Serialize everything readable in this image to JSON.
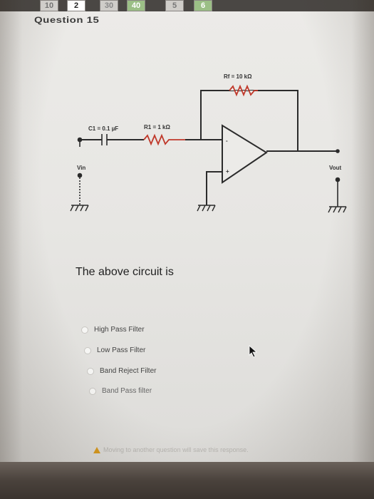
{
  "question_nav": {
    "buttons": [
      "10",
      "2",
      "30",
      "40",
      "5",
      "6"
    ]
  },
  "question": {
    "label": "Question 15",
    "prompt": "The above circuit is",
    "options": [
      "High Pass Filter",
      "Low Pass Filter",
      "Band Reject Filter",
      "Band Pass filter"
    ]
  },
  "circuit": {
    "rf_label": "Rf = 10 kΩ",
    "c1_label": "C1 = 0.1 µF",
    "r1_label": "R1 = 1 kΩ",
    "vin_label": "Vin",
    "vout_label": "Vout",
    "minus_sign": "-",
    "plus_sign": "+"
  },
  "footer": {
    "warning": "Moving to another question will save this response."
  },
  "colors": {
    "resistor": "#c0392b",
    "warning_icon": "#d99a1e",
    "wire": "#2b2b2b"
  }
}
